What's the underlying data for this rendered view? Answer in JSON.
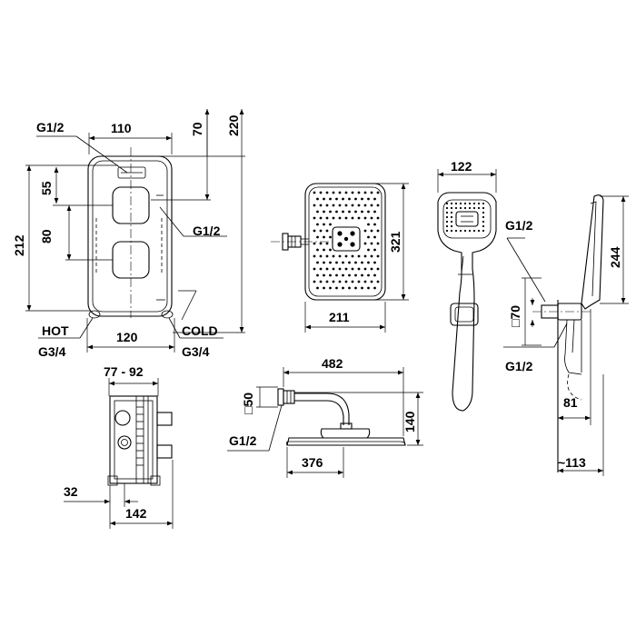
{
  "labels": {
    "valve_thread_top": "G1/2",
    "valve_width_top": "110",
    "valve_height_top": "70",
    "valve_total_height": "220",
    "valve_offset_55": "55",
    "valve_spacing_80": "80",
    "valve_height_212": "212",
    "valve_thread_side": "G1/2",
    "hot": "HOT",
    "hot_thread": "G3/4",
    "valve_width_bottom": "120",
    "cold": "COLD",
    "cold_thread": "G3/4",
    "box_depth_range": "77 - 92",
    "box_offset_32": "32",
    "box_depth_142": "142",
    "rain_width_211": "211",
    "rain_height_321": "321",
    "hand_width_122": "122",
    "holder_thread": "G1/2",
    "holder_square_70": "□70",
    "holder_thread_bottom": "G1/2",
    "holder_depth_81": "81",
    "holder_depth_113": "~113",
    "holder_height_244": "244",
    "arm_length_482": "482",
    "arm_square_50": "□50",
    "arm_height_140": "140",
    "arm_thread": "G1/2",
    "arm_head_376": "376"
  }
}
